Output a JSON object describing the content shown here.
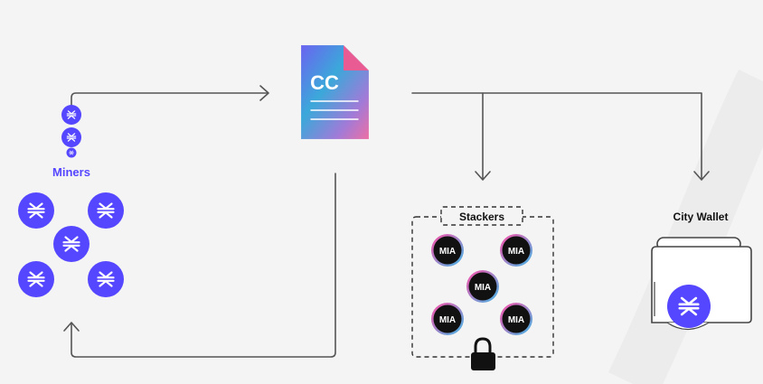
{
  "diagram": {
    "miners": {
      "label": "Miners"
    },
    "stackers": {
      "label": "Stackers",
      "token_label": "MIA"
    },
    "city_wallet": {
      "label": "City Wallet"
    },
    "contract": {
      "logo_text": "CC"
    },
    "colors": {
      "stx_purple": "#5546ff",
      "label_purple": "#5546ff",
      "line": "#555555",
      "wallet_stroke": "#444444",
      "doc_gradient": [
        "#6e5af5",
        "#4aa8d8",
        "#e86aa8"
      ]
    },
    "icons": {
      "stx": "stacks-icon",
      "lock": "lock-icon",
      "document": "smart-contract-document-icon",
      "wallet": "wallet-icon"
    }
  }
}
